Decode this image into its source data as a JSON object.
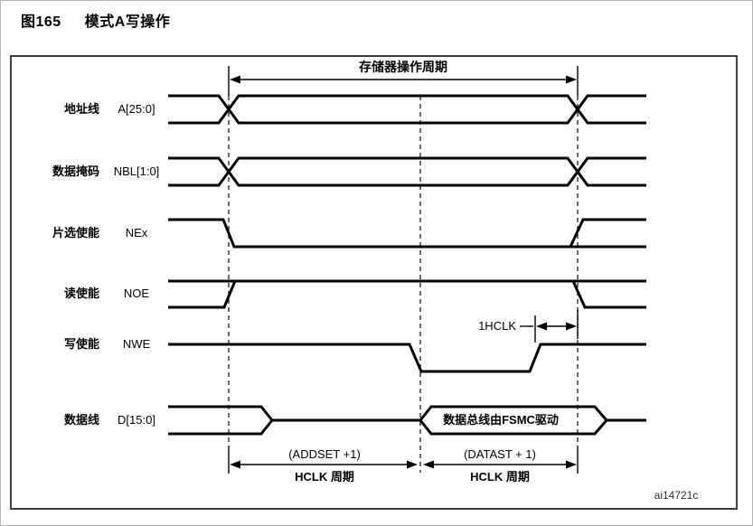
{
  "figure": {
    "number": "图165",
    "title": "模式A写操作"
  },
  "diagram": {
    "top_span_label": "存储器操作周期",
    "signals": [
      {
        "group": "地址线",
        "name": "A[25:0]"
      },
      {
        "group": "数据掩码",
        "name": "NBL[1:0]"
      },
      {
        "group": "片选使能",
        "name": "NEx"
      },
      {
        "group": "读使能",
        "name": "NOE"
      },
      {
        "group": "写使能",
        "name": "NWE"
      },
      {
        "group": "数据线",
        "name": "D[15:0]"
      }
    ],
    "annotations": {
      "hclk_delay": "1HCLK",
      "data_bus_note": "数据总线由FSMC驱动",
      "addset_line1": "(ADDSET +1)",
      "addset_line2": "HCLK 周期",
      "datast_line1": "(DATAST + 1)",
      "datast_line2": "HCLK 周期"
    },
    "watermark": "ai14721c"
  },
  "colors": {
    "line": "#000000",
    "frame_border": "#3d3d3d",
    "background": "#ffffff"
  }
}
